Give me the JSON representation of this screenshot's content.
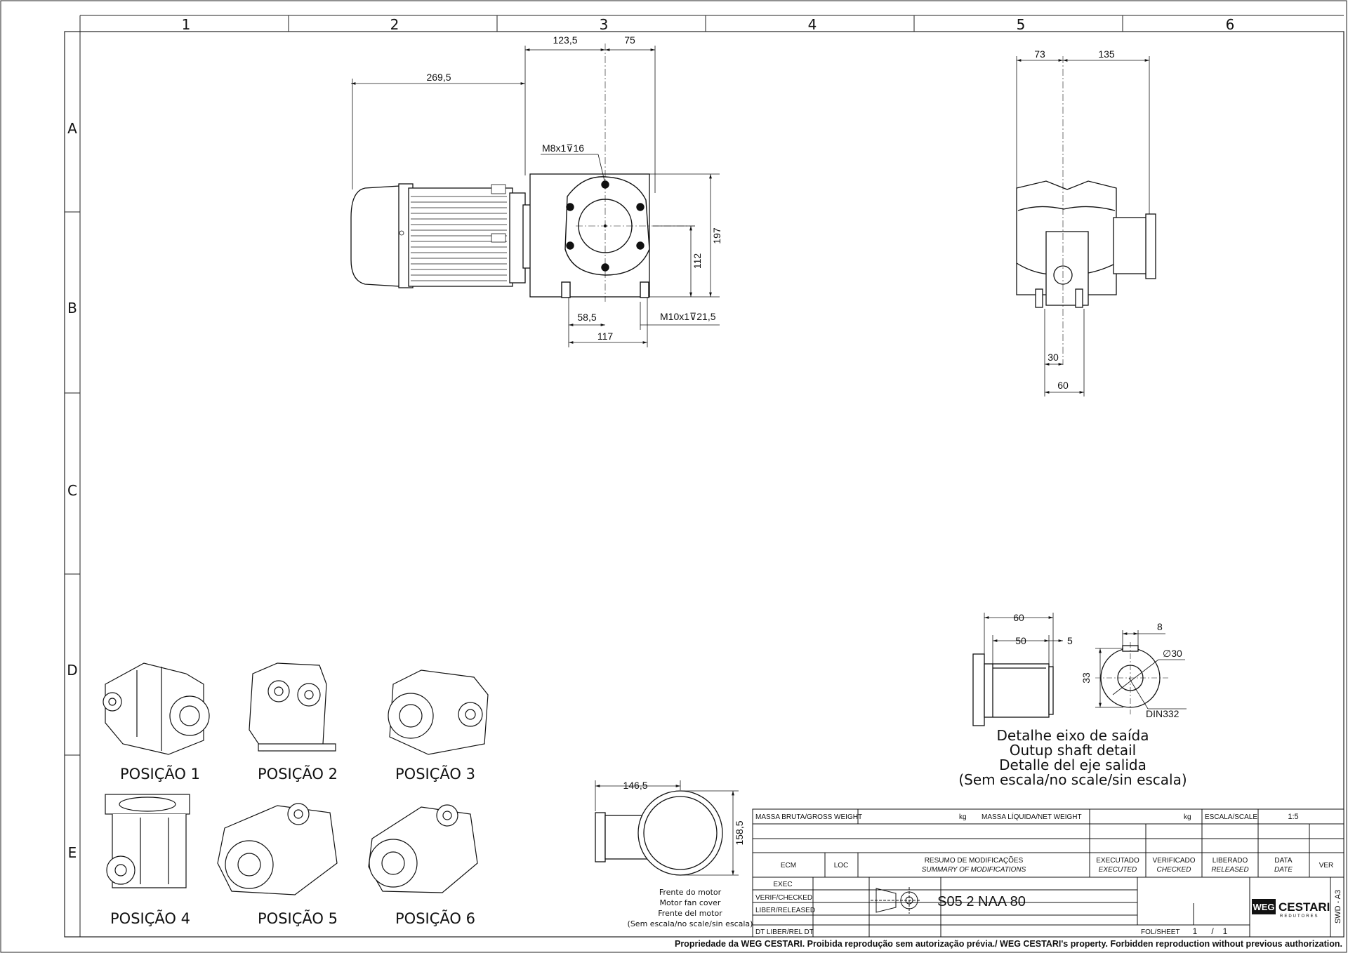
{
  "frame": {
    "columns": [
      "1",
      "2",
      "3",
      "4",
      "5",
      "6"
    ],
    "rows": [
      "A",
      "B",
      "C",
      "D",
      "E"
    ]
  },
  "front_view": {
    "dims": {
      "d269": "269,5",
      "d123": "123,5",
      "d75": "75",
      "d197": "197",
      "d112": "112",
      "d58": "58,5",
      "d117": "117"
    },
    "notes": {
      "m8": "M8x1⊽16",
      "m10": "M10x1⊽21,5"
    }
  },
  "side_view": {
    "dims": {
      "d73": "73",
      "d135": "135",
      "d30": "30",
      "d60": "60"
    }
  },
  "shaft_detail": {
    "dims": {
      "d60": "60",
      "d50": "50",
      "d5": "5",
      "d33": "33",
      "d8": "8",
      "dia30": "∅30",
      "din": "DIN332"
    },
    "caption": [
      "Detalhe eixo de saída",
      "Outup shaft detail",
      "Detalle del eje salida",
      "(Sem escala/no scale/sin escala)"
    ]
  },
  "motor_cover": {
    "dims": {
      "d146": "146,5",
      "d158": "158,5"
    },
    "caption": [
      "Frente do motor",
      "Motor fan cover",
      "Frente del motor",
      "(Sem escala/no scale/sin escala)"
    ]
  },
  "positions": [
    "POSIÇÃO 1",
    "POSIÇÃO 2",
    "POSIÇÃO 3",
    "POSIÇÃO 4",
    "POSIÇÃO 5",
    "POSIÇÃO 6"
  ],
  "title_block": {
    "gross_weight": "MASSA BRUTA/GROSS WEIGHT",
    "kg1": "kg",
    "net_weight": "MASSA LÍQUIDA/NET WEIGHT",
    "kg2": "kg",
    "scale_label": "ESCALA/SCALE",
    "scale_value": "1:5",
    "ecm": "ECM",
    "loc": "LOC",
    "summary_pt": "RESUMO DE MODIFICAÇÕES",
    "summary_en": "SUMMARY OF MODIFICATIONS",
    "executed_pt": "EXECUTADO",
    "executed_en": "EXECUTED",
    "checked_pt": "VERIFICADO",
    "checked_en": "CHECKED",
    "released_pt": "LIBERADO",
    "released_en": "RELEASED",
    "date_pt": "DATA",
    "date_en": "DATE",
    "ver": "VER",
    "exec": "EXEC",
    "verif": "VERIF/CHECKED",
    "liber": "LIBER/RELEASED",
    "dt_liber": "DT LIBER/REL DT",
    "part_number": "S05 2 NAA 80",
    "sheet_label": "FOL/SHEET",
    "sheet_no": "1",
    "sheet_sep": "/",
    "sheet_total": "1",
    "logo_weg": "WEG",
    "logo_cestari": "CESTARI",
    "logo_sub": "REDUTORES",
    "format": "SWD - A3"
  },
  "footer": "Propriedade da WEG CESTARI. Proibida reprodução sem autorização prévia./ WEG CESTARI's property. Forbidden reproduction without previous authorization."
}
